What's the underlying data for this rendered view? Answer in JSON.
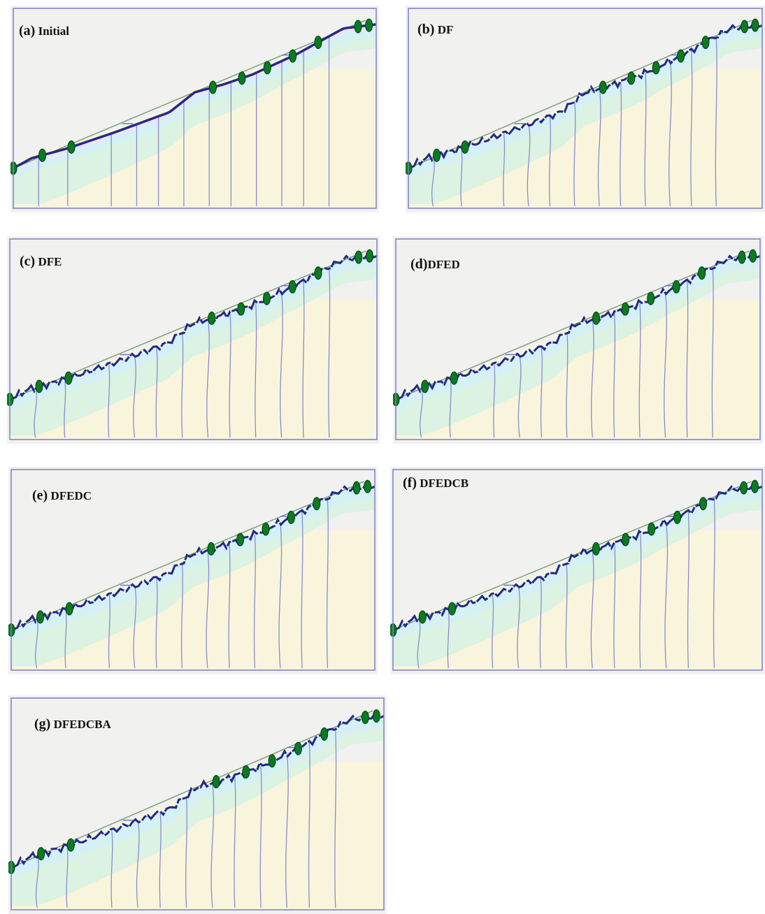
{
  "colors": {
    "frame": "#7b7fc6",
    "background": "#f1f1f0",
    "bedrock": "#f8f5dc",
    "layer_green": "#dcf2e2",
    "layer_cyan": "#d5f1f6",
    "layer_pink": "#f2e2f2",
    "surface": "#202a8c",
    "surface_light": "#6c6cd6",
    "reference_line": "#7ca07a",
    "piles": "#8c8ccc",
    "markers": "#0b7a21"
  },
  "panels": [
    {
      "letter": "(a)",
      "name": "Initial"
    },
    {
      "letter": "(b)",
      "name": "DF"
    },
    {
      "letter": "(c)",
      "name": "DFE"
    },
    {
      "letter": "(d)",
      "name": "DFED"
    },
    {
      "letter": "(e)",
      "name": "DFEDC"
    },
    {
      "letter": "(f)",
      "name": "DFEDCB"
    },
    {
      "letter": "(g)",
      "name": "DFEDCBA"
    }
  ]
}
